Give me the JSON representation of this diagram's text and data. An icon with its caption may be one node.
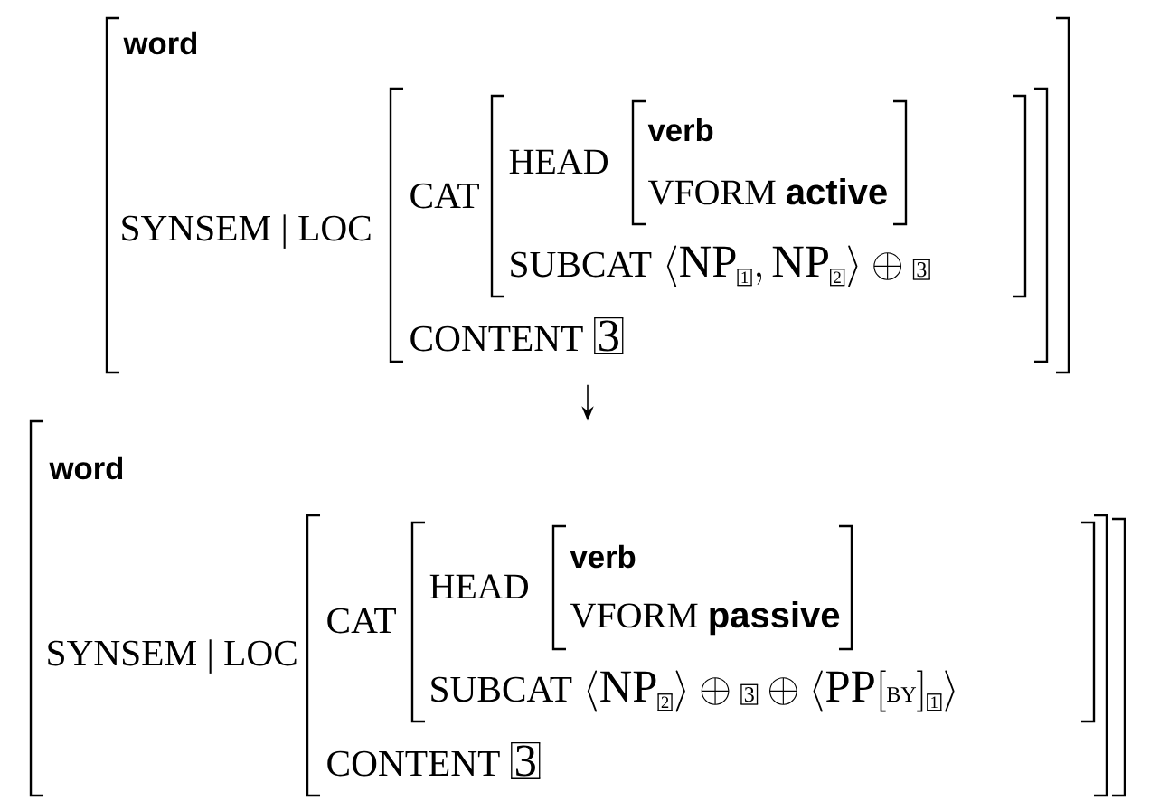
{
  "diagram": {
    "nodes": [
      {
        "text": [
          "word",
          "SYNSEM | LOC"
        ]
      },
      {
        "text": [
          "CAT",
          "CONTENT",
          "\\fbox{3}"
        ],
        "in": 0
      },
      {
        "text": [
          "HEAD",
          "SUBCAT",
          "\\langle \\mathrm{NP}_{\\fbox{\\scriptsize 1}}, \\mathrm{NP}_{\\fbox{\\scriptsize 2}} \\rangle \\oplus \\fbox{\\small 3}"
        ],
        "in": 1
      },
      {
        "text": [
          "verb",
          "VFORM **active**"
        ],
        "in": 2
      },
      {
        "text": [
          "word",
          "SYNSEM | LOC"
        ]
      },
      {
        "text": [
          "CAT",
          "CONTENT",
          "\\fbox{3}"
        ],
        "in": 4
      },
      {
        "text": [
          "HEAD",
          "SUBCAT",
          "\\langle \\mathrm{NP}_{\\fbox{\\scriptsize 2}} \\rangle \\oplus \\fbox{\\small 3} \\oplus \\langle \\mathrm{PP}[\\mbox{\\small BY}]_{\\fbox{\\scriptsize 1}} \\rangle"
        ],
        "in": 5
      },
      {
        "text": [
          "verb",
          "VFORM **passive**"
        ],
        "in": 6
      }
    ],
    "edges": [
      {
        "from": 0,
        "to": 4,
        "arrow": "to"
      }
    ]
  }
}
